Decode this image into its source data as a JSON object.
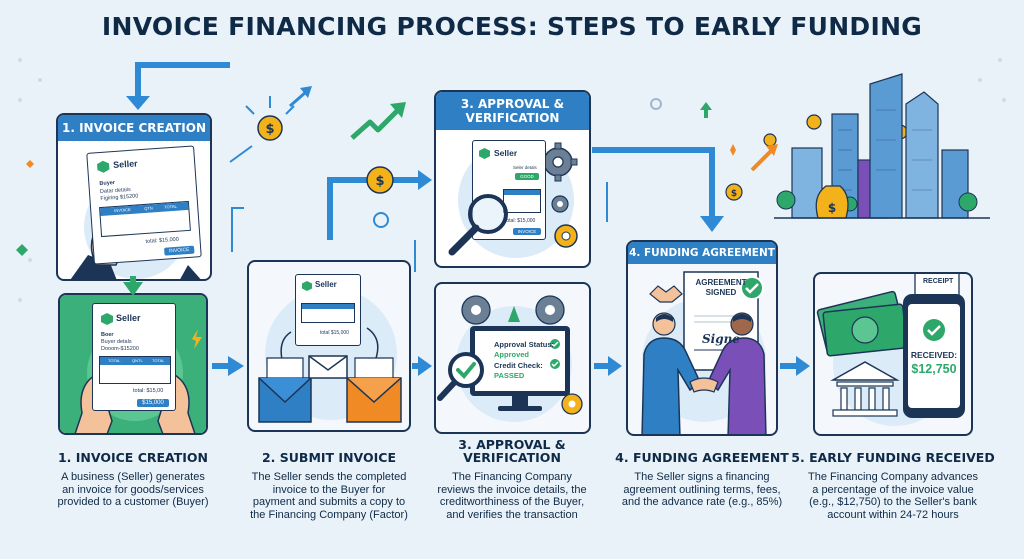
{
  "title": "INVOICE FINANCING PROCESS: STEPS TO EARLY FUNDING",
  "panels": {
    "invoice_creation": {
      "header": "1. INVOICE CREATION",
      "doc_top": {
        "brand": "Seller",
        "buyer": "Buyer",
        "detail1": "Datar detaiis",
        "detail2": "Figiring $15200",
        "col1": "INVOICE",
        "col2": "QTN",
        "col3": "TOTAL",
        "total": "total: $15,000",
        "badge": "INVOICE"
      },
      "doc_bottom": {
        "brand": "Seller",
        "buyer": "Boer",
        "detail1": "Buyer detals",
        "detail2": "Dooom-$15200",
        "col1": "TOTAL",
        "col2": "QNTL",
        "col3": "TOTAL",
        "total": "total: $15,00",
        "badge": "$15,000"
      }
    },
    "submit_invoice": {
      "doc": {
        "brand": "Seller",
        "total": "total $15,000"
      }
    },
    "approval_verification": {
      "header_line1": "3. APPROVAL &",
      "header_line2": "VERIFICATION",
      "doc": {
        "brand": "Seller",
        "detail": "Seler detals",
        "badge_top": "GOOD",
        "total": "total: $15,000",
        "badge": "INVOICE"
      },
      "monitor": {
        "status_label": "Approval Status:",
        "status_value": "Approved",
        "credit_label": "Credit Check:",
        "credit_value": "PASSED"
      }
    },
    "funding_agreement": {
      "header": "4. FUNDING AGREEMENT",
      "sign_line1": "AGREEMENT",
      "sign_line2": "SIGNED",
      "signature": "Signe"
    },
    "early_funding": {
      "receipt": "RECEIPT",
      "received_label": "RECEIVED:",
      "received_value": "$12,750"
    }
  },
  "steps": [
    {
      "title": "1. INVOICE CREATION",
      "desc": [
        "A business (Seller) generates",
        "an invoice for goods/services",
        "provided to a customer (Buyer)"
      ]
    },
    {
      "title": "2. SUBMIT INVOICE",
      "desc": [
        "The Seller sends the completed",
        "invoice to the Buyer for",
        "payment and submits a copy to",
        "the Financing Company (Factor)"
      ]
    },
    {
      "title_line1": "3. APPROVAL &",
      "title_line2": "VERIFICATION",
      "desc": [
        "The Financing Company",
        "reviews the invoice details, the",
        "creditworthiness of the Buyer,",
        "and verifies the transaction"
      ]
    },
    {
      "title": "4. FUNDING AGREEMENT",
      "desc": [
        "The Seller signs a financing",
        "agreement outlining terms, fees,",
        "and the advance rate (e.g., 85%)"
      ]
    },
    {
      "title": "5. EARLY FUNDING RECEIVED",
      "desc": [
        "The Financing Company advances",
        "a percentage of the invoice value",
        "(e.g., $12,750) to the Seller's bank",
        "account within 24-72 hours"
      ]
    }
  ],
  "icons": [
    "dollar-coin-icon",
    "growth-arrow-icon",
    "gear-icon",
    "magnifier-icon",
    "envelope-icon",
    "handshake-icon",
    "checkmark-icon",
    "bank-icon",
    "banknote-icon",
    "phone-icon",
    "city-skyline-icon"
  ],
  "colors": {
    "navy": "#1c3557",
    "blue": "#2f7fc4",
    "arrow": "#2f8ad6",
    "green": "#2ea86a",
    "coin": "#f3b21a",
    "orange": "#f08a24",
    "background": "#eaf2f9"
  }
}
